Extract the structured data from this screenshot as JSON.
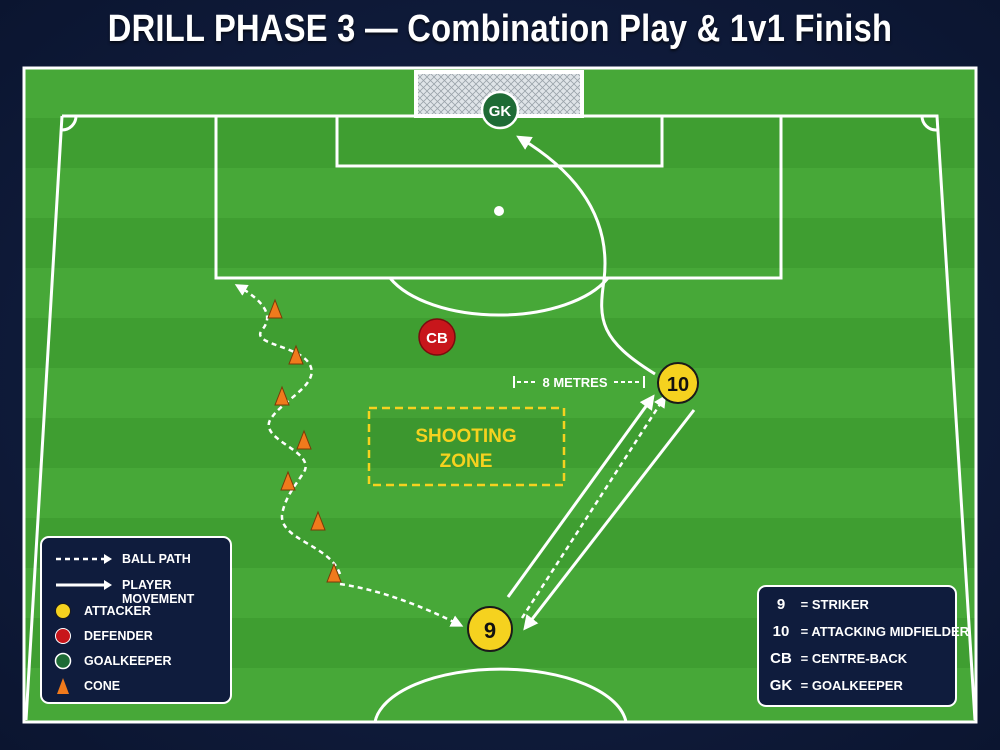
{
  "title": "DRILL PHASE 3 — Combination Play & 1v1 Finish",
  "players": {
    "gk": "GK",
    "cb": "CB",
    "striker": "9",
    "midfielder": "10"
  },
  "annotations": {
    "distance": "8 METRES",
    "zone_line1": "SHOOTING",
    "zone_line2": "ZONE"
  },
  "legend": {
    "ball_path": "BALL PATH",
    "player_movement": "PLAYER MOVEMENT",
    "attacker": "ATTACKER",
    "defender": "DEFENDER",
    "goalkeeper": "GOALKEEPER",
    "cone": "CONE"
  },
  "key": [
    {
      "code": "9",
      "meaning": "STRIKER"
    },
    {
      "code": "10",
      "meaning": "ATTACKING MIDFIELDER"
    },
    {
      "code": "CB",
      "meaning": "CENTRE-BACK"
    },
    {
      "code": "GK",
      "meaning": "GOALKEEPER"
    }
  ],
  "colors": {
    "attacker": "#f5d21f",
    "defender": "#c8161b",
    "goalkeeper": "#1e6b35",
    "cone": "#f07a1c",
    "zone": "#f5d21f",
    "pitch_light": "#3f9e31",
    "pitch_dark": "#2f8a26"
  }
}
